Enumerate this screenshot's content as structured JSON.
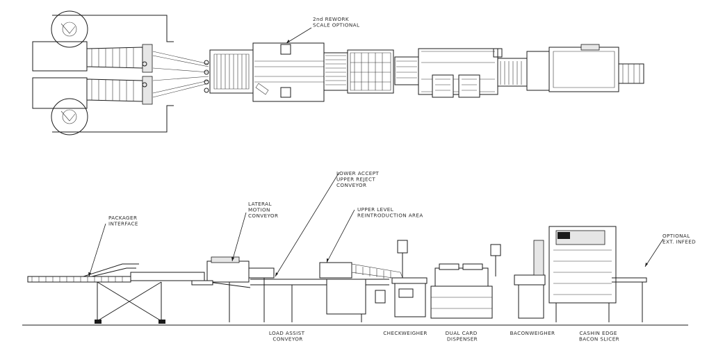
{
  "top_view": {
    "callouts": [
      {
        "id": "rework-scale",
        "lines": [
          "2nd REWORK",
          "SCALE OPTIONAL"
        ]
      }
    ]
  },
  "side_view": {
    "callouts": [
      {
        "id": "packager-interface",
        "lines": [
          "PACKAGER",
          "INTERFACE"
        ]
      },
      {
        "id": "lateral-motion",
        "lines": [
          "LATERAL",
          "MOTION",
          "CONVEYOR"
        ]
      },
      {
        "id": "lower-accept",
        "lines": [
          "LOWER ACCEPT",
          "UPPER REJECT",
          "CONVEYOR"
        ]
      },
      {
        "id": "upper-level",
        "lines": [
          "UPPER LEVEL",
          "REINTRODUCTION AREA"
        ]
      },
      {
        "id": "optional-infeed",
        "lines": [
          "OPTIONAL",
          "EXT. INFEED"
        ]
      }
    ],
    "bottom_labels": [
      {
        "id": "load-assist",
        "lines": [
          "LOAD ASSIST",
          "CONVEYOR"
        ]
      },
      {
        "id": "checkweigher",
        "lines": [
          "CHECKWEIGHER"
        ]
      },
      {
        "id": "dual-card",
        "lines": [
          "DUAL CARD",
          "DISPENSER"
        ]
      },
      {
        "id": "baconweigher",
        "lines": [
          "BACONWEIGHER"
        ]
      },
      {
        "id": "cashin-slicer",
        "lines": [
          "CASHIN EDGE",
          "BACON SLICER"
        ]
      }
    ]
  }
}
